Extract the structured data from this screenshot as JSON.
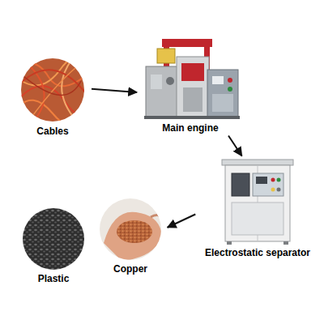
{
  "diagram": {
    "nodes": [
      {
        "text": [
          "Cables"
        ]
      },
      {
        "text": [
          "Main engine"
        ]
      },
      {
        "text": [
          "Electrostatic separator"
        ]
      },
      {
        "text": [
          "Plastic"
        ]
      },
      {
        "text": [
          "Copper"
        ]
      }
    ],
    "edges": [
      {
        "from": 0,
        "to": 1,
        "arrow": "to"
      },
      {
        "from": 1,
        "to": 2,
        "arrow": "to"
      },
      {
        "from": 2,
        "to": 4,
        "arrow": "to"
      }
    ]
  }
}
